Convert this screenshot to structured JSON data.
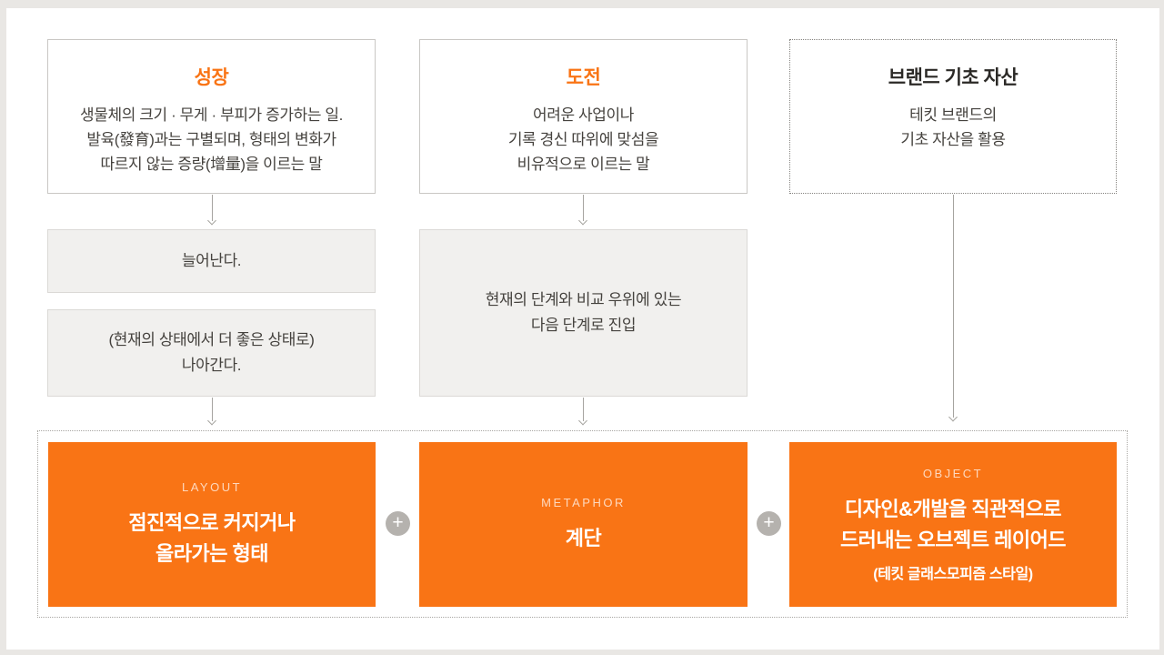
{
  "diagram": {
    "connector_plus": "+",
    "colors": {
      "accent_orange": "#f97415",
      "gray_box_bg": "#f1f0ee",
      "arrow_gray": "#a6a4a0",
      "plus_circle_gray": "#b5b2ae",
      "title_dark": "#2b2926",
      "body_text": "#45423e"
    },
    "columns": [
      {
        "id": "growth",
        "definition": {
          "title": "성장",
          "line1": "생물체의 크기 · 무게 · 부피가 증가하는 일.",
          "line2": "발육(發育)과는 구별되며, 형태의 변화가",
          "line3": "따르지 않는 증량(增量)을 이르는 말"
        },
        "derived_box_1": {
          "line1": "늘어난다."
        },
        "derived_box_2": {
          "line1": "(현재의 상태에서 더 좋은 상태로)",
          "line2": "나아간다."
        },
        "result": {
          "label": "LAYOUT",
          "line1": "점진적으로 커지거나",
          "line2": "올라가는 형태"
        }
      },
      {
        "id": "challenge",
        "definition": {
          "title": "도전",
          "line1": "어려운 사업이나",
          "line2": "기록 경신 따위에 맞섬을",
          "line3": "비유적으로 이르는 말"
        },
        "derived_box_1": {
          "line1": "현재의 단계와 비교 우위에 있는",
          "line2": "다음 단계로 진입"
        },
        "result": {
          "label": "METAPHOR",
          "line1": "계단"
        }
      },
      {
        "id": "brand-assets",
        "definition": {
          "title": "브랜드 기초 자산",
          "line1": "테킷 브랜드의",
          "line2": "기초 자산을 활용"
        },
        "result": {
          "label": "OBJECT",
          "line1": "디자인&개발을 직관적으로",
          "line2": "드러내는 오브젝트 레이어드",
          "note": "(테킷 글래스모피즘 스타일)"
        }
      }
    ]
  }
}
